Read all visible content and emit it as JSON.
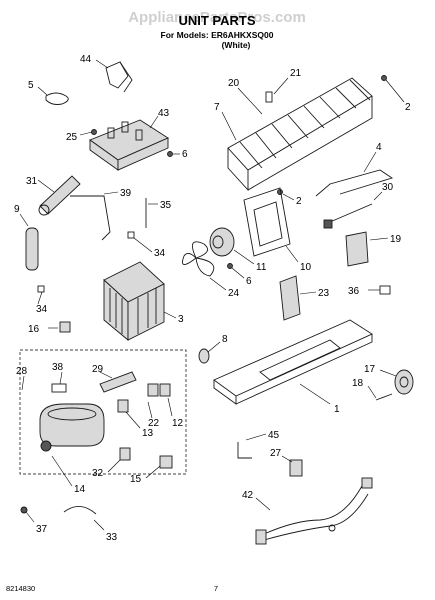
{
  "watermark": "AppliancePartsPros.com",
  "title": "UNIT PARTS",
  "models_line": "For Models: ER6AHKXSQ00",
  "color_line": "(White)",
  "footer_left": "8214830",
  "footer_page": "7",
  "callouts": {
    "c44": "44",
    "c5": "5",
    "c43": "43",
    "c25": "25",
    "c6a": "6",
    "c20": "20",
    "c21": "21",
    "c7": "7",
    "c2a": "2",
    "c4": "4",
    "c2b": "2",
    "c30": "30",
    "c19": "19",
    "c31": "31",
    "c39": "39",
    "c35": "35",
    "c9": "9",
    "c34a": "34",
    "c11": "11",
    "c10": "10",
    "c6b": "6",
    "c24": "24",
    "c23": "23",
    "c36": "36",
    "c34b": "34",
    "c3": "3",
    "c16": "16",
    "c8": "8",
    "c17": "17",
    "c18": "18",
    "c1": "1",
    "c28": "28",
    "c38": "38",
    "c29": "29",
    "c22": "22",
    "c12": "12",
    "c13": "13",
    "c45": "45",
    "c27": "27",
    "c32": "32",
    "c15": "15",
    "c14": "14",
    "c42": "42",
    "c37": "37",
    "c33": "33"
  }
}
